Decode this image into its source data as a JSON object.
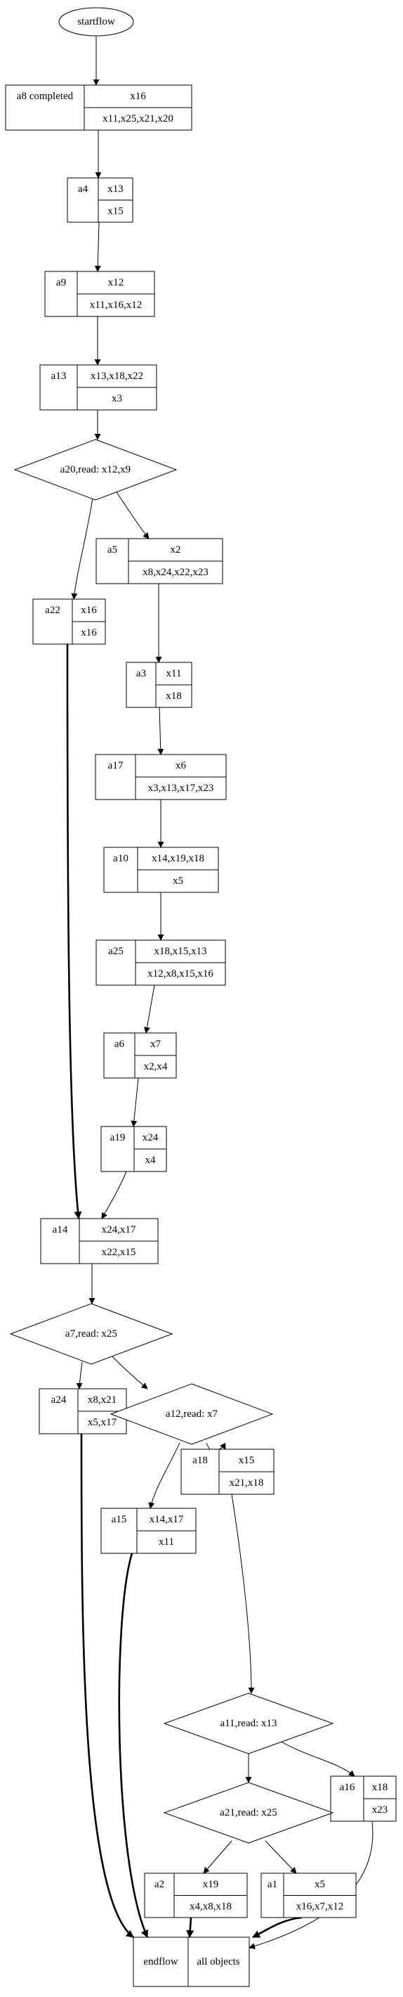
{
  "start": {
    "label": "startflow"
  },
  "end": {
    "left": "endflow",
    "right": "all objects"
  },
  "nodes": {
    "a8": {
      "name": "a8 completed",
      "top": "x16",
      "bottom": "x11,x25,x21,x20"
    },
    "a4": {
      "name": "a4",
      "top": "x13",
      "bottom": "x15"
    },
    "a9": {
      "name": "a9",
      "top": "x12",
      "bottom": "x11,x16,x12"
    },
    "a13": {
      "name": "a13",
      "top": "x13,x18,x22",
      "bottom": "x3"
    },
    "a5": {
      "name": "a5",
      "top": "x2",
      "bottom": "x8,x24,x22,x23"
    },
    "a22": {
      "name": "a22",
      "top": "x16",
      "bottom": "x16"
    },
    "a3": {
      "name": "a3",
      "top": "x11",
      "bottom": "x18"
    },
    "a17": {
      "name": "a17",
      "top": "x6",
      "bottom": "x3,x13,x17,x23"
    },
    "a10": {
      "name": "a10",
      "top": "x14,x19,x18",
      "bottom": "x5"
    },
    "a25": {
      "name": "a25",
      "top": "x18,x15,x13",
      "bottom": "x12,x8,x15,x16"
    },
    "a6": {
      "name": "a6",
      "top": "x7",
      "bottom": "x2,x4"
    },
    "a19": {
      "name": "a19",
      "top": "x24",
      "bottom": "x4"
    },
    "a14": {
      "name": "a14",
      "top": "x24,x17",
      "bottom": "x22,x15"
    },
    "a24": {
      "name": "a24",
      "top": "x8,x21",
      "bottom": "x5,x17"
    },
    "a18": {
      "name": "a18",
      "top": "x15",
      "bottom": "x21,x18"
    },
    "a15": {
      "name": "a15",
      "top": "x14,x17",
      "bottom": "x11"
    },
    "a16": {
      "name": "a16",
      "top": "x18",
      "bottom": "x23"
    },
    "a2": {
      "name": "a2",
      "top": "x19",
      "bottom": "x4,x8,x18"
    },
    "a1": {
      "name": "a1",
      "top": "x5",
      "bottom": "x16,x7,x12"
    }
  },
  "decisions": {
    "a20": {
      "label": "a20,read: x12,x9"
    },
    "a7": {
      "label": "a7,read: x25"
    },
    "a12": {
      "label": "a12,read: x7"
    },
    "a11": {
      "label": "a11,read: x13"
    },
    "a21": {
      "label": "a21,read: x25"
    }
  }
}
